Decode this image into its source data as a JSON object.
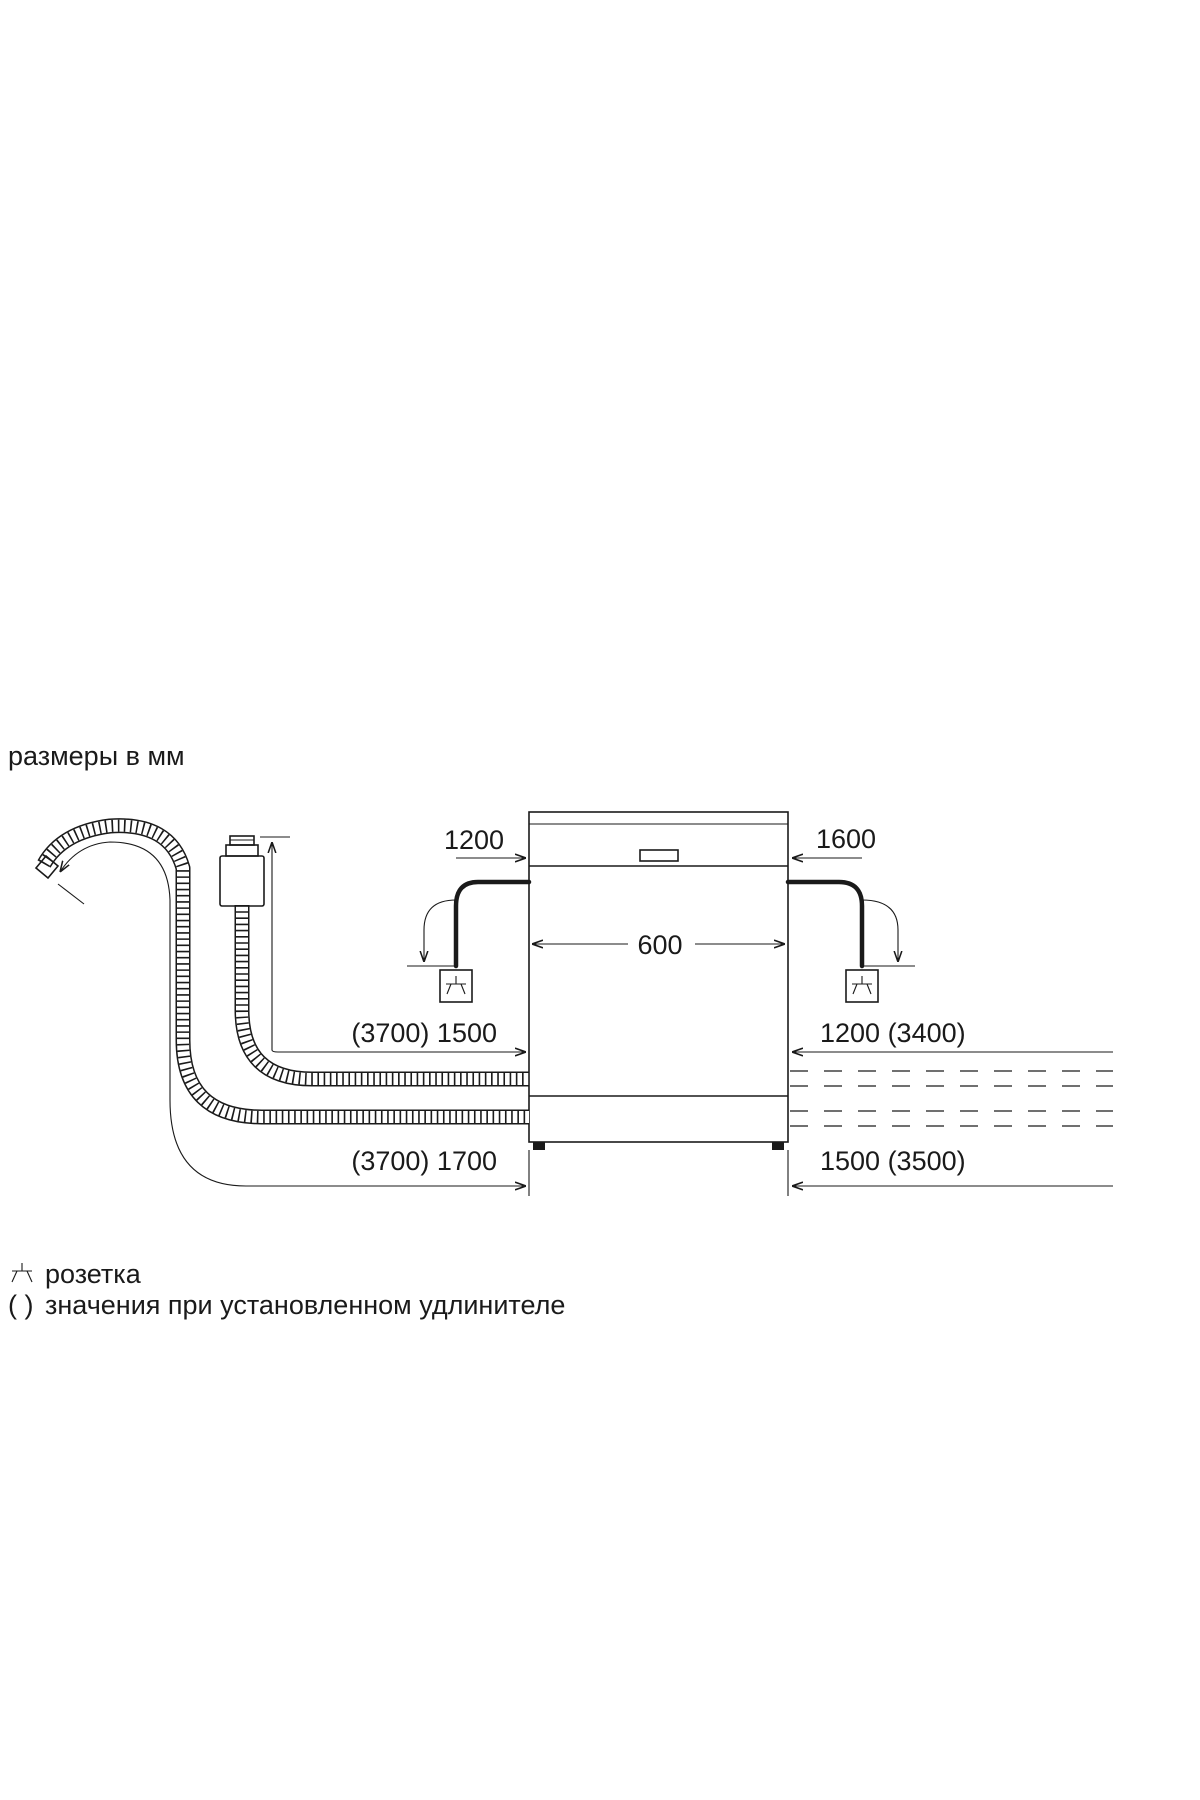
{
  "title": "размеры в мм",
  "dimensions": {
    "width": "600",
    "cable_left": "1200",
    "cable_right": "1600",
    "inlet_left": "(3700) 1500",
    "inlet_right": "1200 (3400)",
    "drain_left": "(3700) 1700",
    "drain_right": "1500 (3500)"
  },
  "legend": [
    {
      "symbol": "outlet-icon",
      "text": "розетка"
    },
    {
      "symbol": "( )",
      "text": "значения при установленном удлинителе"
    }
  ],
  "colors": {
    "line": "#1a1a1a",
    "background": "#ffffff"
  }
}
